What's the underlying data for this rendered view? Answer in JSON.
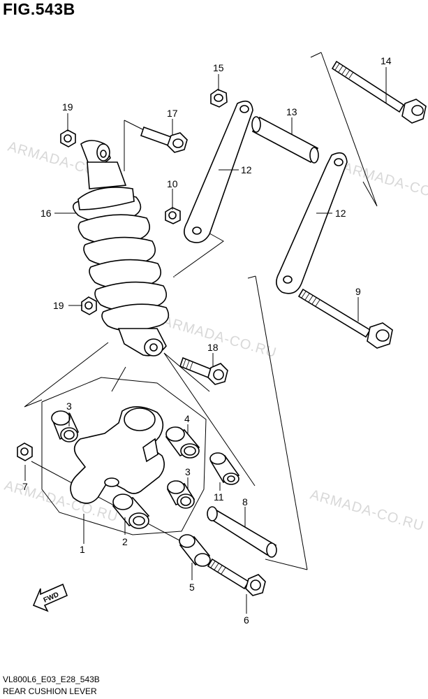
{
  "figure": {
    "title": "FIG.543B",
    "code": "VL800L6_E03_E28_543B",
    "caption": "REAR CUSHION LEVER",
    "watermark": "ARMADA-CO.RU",
    "fwd_label": "FWD"
  },
  "parts": {
    "p1": "1",
    "p2": "2",
    "p3a": "3",
    "p3b": "3",
    "p4": "4",
    "p5": "5",
    "p6": "6",
    "p7": "7",
    "p8": "8",
    "p9": "9",
    "p10": "10",
    "p11": "11",
    "p12a": "12",
    "p12b": "12",
    "p13": "13",
    "p14": "14",
    "p15": "15",
    "p16": "16",
    "p17": "17",
    "p18": "18",
    "p19a": "19",
    "p19b": "19"
  }
}
